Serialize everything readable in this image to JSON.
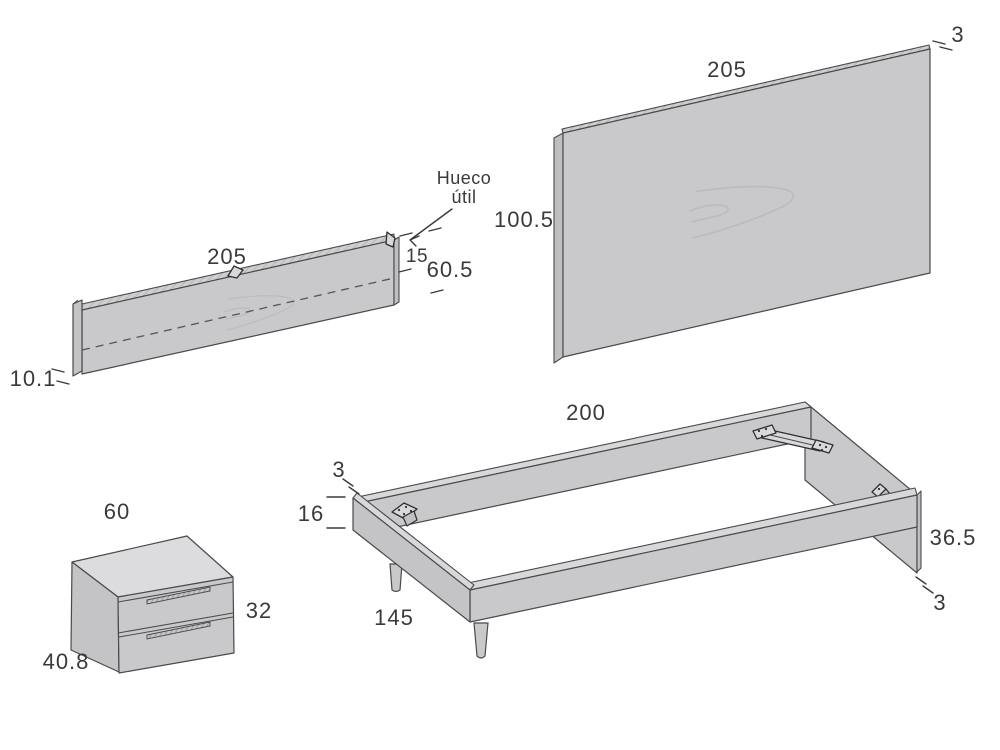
{
  "diagram": {
    "headboard": {
      "width": "205",
      "thickness": "3",
      "height": "100.5"
    },
    "lower_panel": {
      "width": "205",
      "note_line1": "Hueco",
      "note_line2": "útil",
      "gap": "15",
      "height": "60.5",
      "depth": "10.1"
    },
    "nightstand": {
      "width": "60",
      "drawer_front_height": "32",
      "depth": "40.8"
    },
    "bed_frame": {
      "length": "200",
      "rail_thickness": "3",
      "rail_height": "16",
      "width": "145",
      "leg_panel_height": "36.5",
      "panel_thickness": "3"
    },
    "colors": {
      "background": "#ffffff",
      "panel_face": "#c9c9cb",
      "panel_top_edge": "#d8d8da",
      "panel_side_edge": "#c0c0c2",
      "nightstand_top": "#dcdcde",
      "outline": "#4a4a4c",
      "label_text": "#3a3a3a",
      "bracket": "#2f2f31",
      "watermark": "#b8b8ba"
    }
  }
}
